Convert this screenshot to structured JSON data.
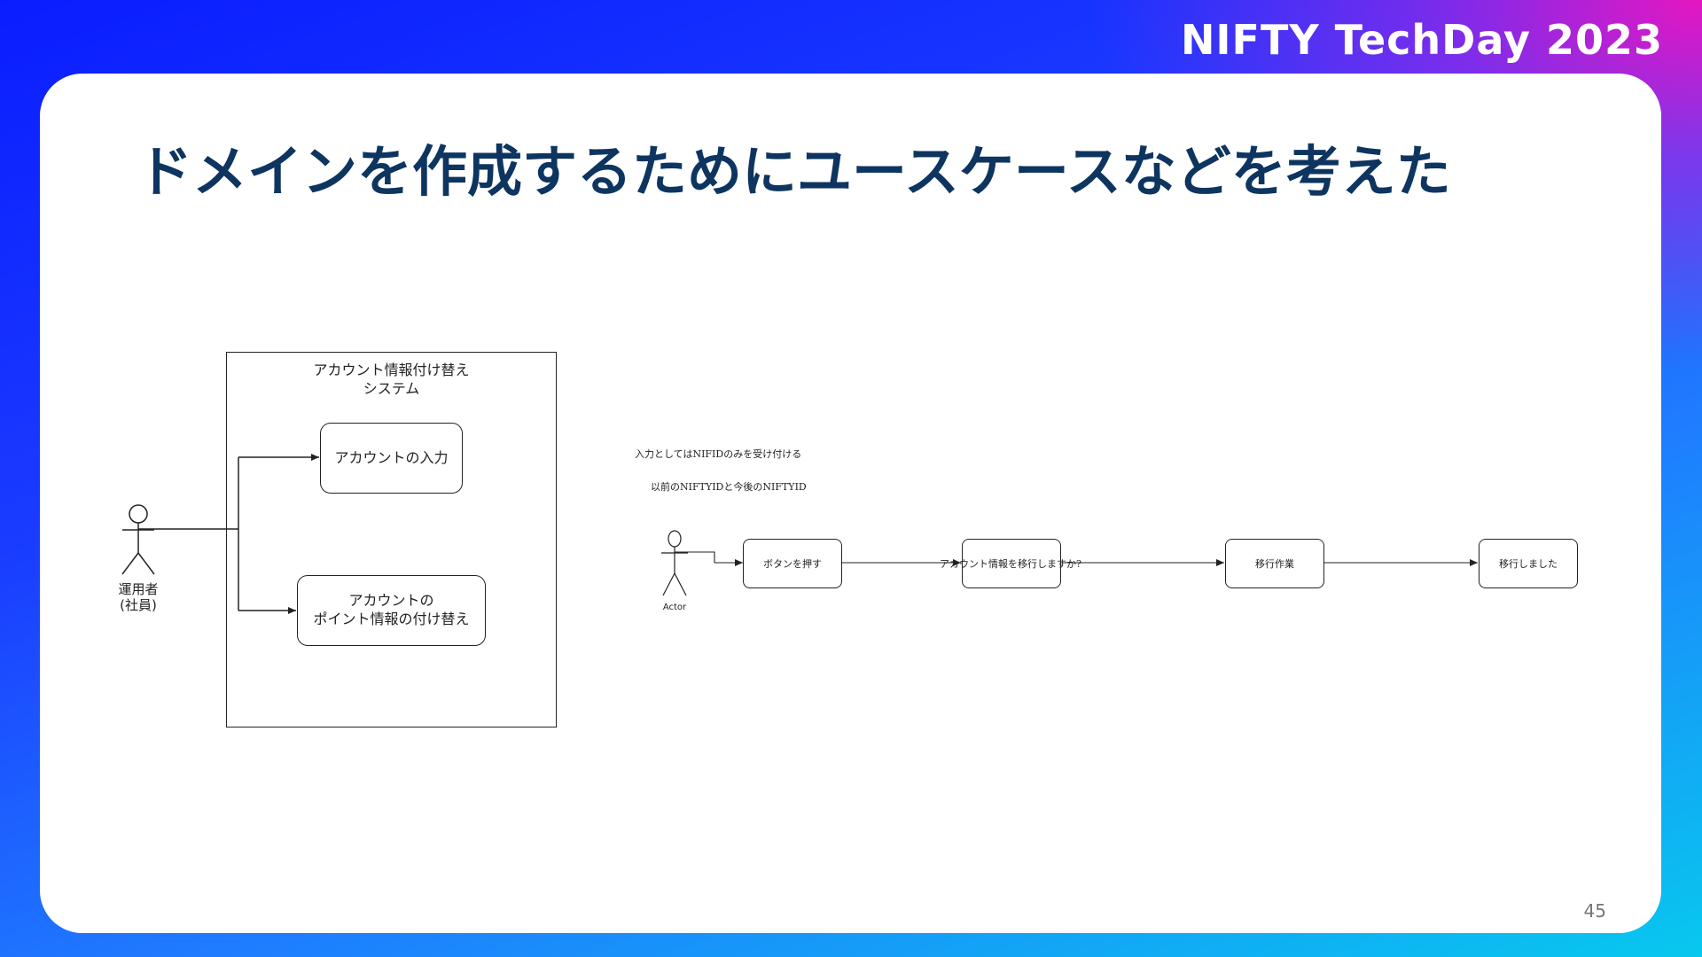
{
  "brand": "NIFTY TechDay 2023",
  "title": "ドメインを作成するためにユースケースなどを考えた",
  "page_number": "45",
  "usecase_diagram": {
    "system_title": "アカウント情報付け替え\nシステム",
    "actor_label": "運用者\n(社員)",
    "usecases": [
      "アカウントの入力",
      "アカウントの\nポイント情報の付け替え"
    ]
  },
  "flow_diagram": {
    "notes": [
      "入力としてはNIFIDのみを受け付ける",
      "以前のNIFTYIDと今後のNIFTYID"
    ],
    "actor_label": "Actor",
    "steps": [
      "ボタンを押す",
      "アカウント情報を移行しますか?",
      "移行作業",
      "移行しました"
    ]
  },
  "colors": {
    "title": "#0d3560",
    "card": "#ffffff",
    "line": "#222222"
  }
}
